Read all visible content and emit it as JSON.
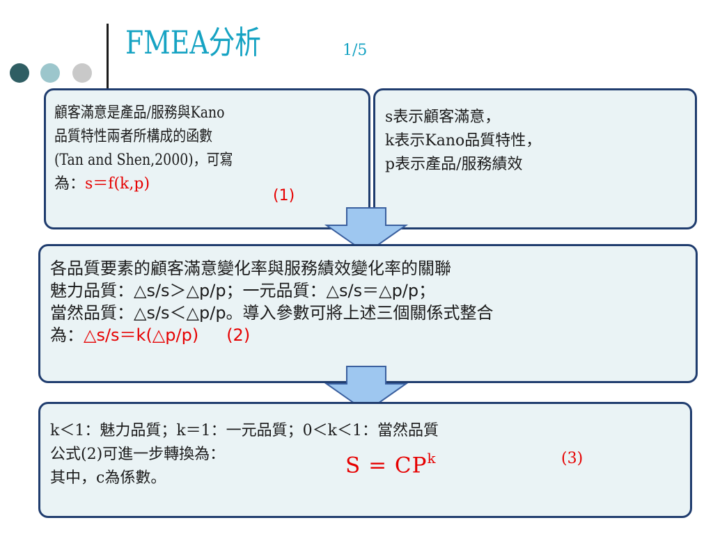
{
  "slide": {
    "title": "FMEA分析",
    "page_number": "1/5"
  },
  "box1": {
    "lines": [
      "顧客滿意是產品/服務與Kano",
      "品質特性兩者所構成的函數",
      "(Tan and Shen,2000)，可寫"
    ],
    "last_prefix": "為：",
    "formula": "s＝f(k,p)",
    "equation_number": "(1)"
  },
  "box2": {
    "lines": [
      "s表示顧客滿意，",
      "k表示Kano品質特性，",
      "p表示產品/服務績效"
    ]
  },
  "box3": {
    "lines": [
      "各品質要素的顧客滿意變化率與服務績效變化率的關聯",
      "魅力品質：△s/s＞△p/p；一元品質：△s/s＝△p/p；",
      "當然品質：△s/s＜△p/p。導入參數可將上述三個關係式整合"
    ],
    "last_prefix": "為：",
    "formula": "△s/s＝k(△p/p)",
    "equation_number": "(2)"
  },
  "box4": {
    "lines": [
      "k＜1：魅力品質；k＝1：一元品質；0＜k＜1：當然品質",
      "公式(2)可進一步轉換為：",
      "其中，c為係數。"
    ],
    "formula_base": "S = CP",
    "formula_exponent": "k",
    "equation_number": "(3)"
  },
  "colors": {
    "title": "#16a3c3",
    "box_border": "#1f3c6e",
    "box_fill": "#eaf3f5",
    "arrow_fill": "#9ec7f0",
    "formula": "#e60000"
  }
}
